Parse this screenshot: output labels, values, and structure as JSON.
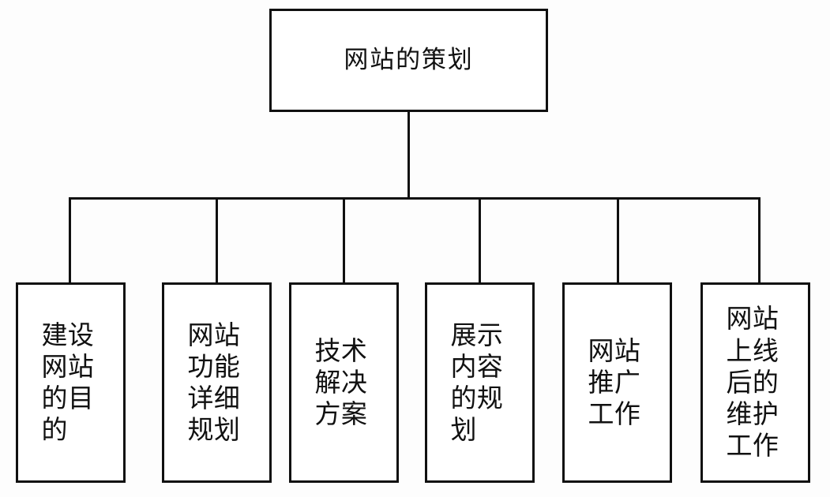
{
  "diagram": {
    "title": "网站的策划",
    "type": "tree",
    "orientation": "top-down",
    "colors": {
      "stroke": "#101010",
      "fill": "#ffffff",
      "text": "#111111",
      "background": "#fdfdfd"
    },
    "root": {
      "label": "网站的策划"
    },
    "children": [
      {
        "label": "建设网站的目的"
      },
      {
        "label": "网站功能详细规划"
      },
      {
        "label": "技术解决方案"
      },
      {
        "label": "展示内容的规划"
      },
      {
        "label": "网站推广工作"
      },
      {
        "label": "网站上线后的维护工作"
      }
    ]
  }
}
